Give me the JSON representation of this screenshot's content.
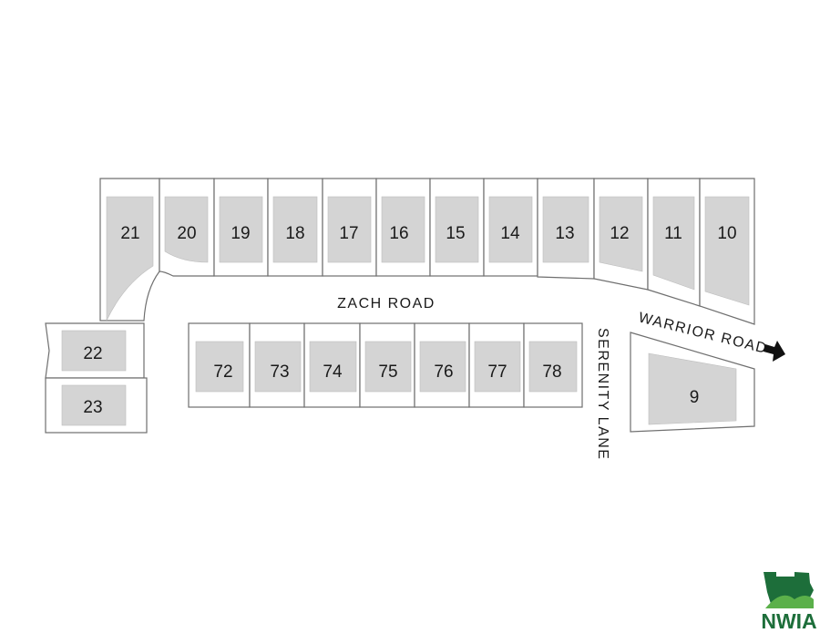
{
  "map": {
    "roads": {
      "zach": "ZACH ROAD",
      "warrior": "WARRIOR ROAD",
      "serenity": "SERENITY LANE"
    },
    "lots": {
      "l21": "21",
      "l20": "20",
      "l19": "19",
      "l18": "18",
      "l17": "17",
      "l16": "16",
      "l15": "15",
      "l14": "14",
      "l13": "13",
      "l12": "12",
      "l11": "11",
      "l10": "10",
      "l22": "22",
      "l23": "23",
      "l72": "72",
      "l73": "73",
      "l74": "74",
      "l75": "75",
      "l76": "76",
      "l77": "77",
      "l78": "78",
      "l9": "9"
    }
  },
  "branding": {
    "logo_text": "NWIA",
    "colors": {
      "green": "#1d6e3a",
      "light_green": "#5bb04a"
    }
  },
  "icons": {
    "direction_arrow": "arrow-right-icon"
  }
}
